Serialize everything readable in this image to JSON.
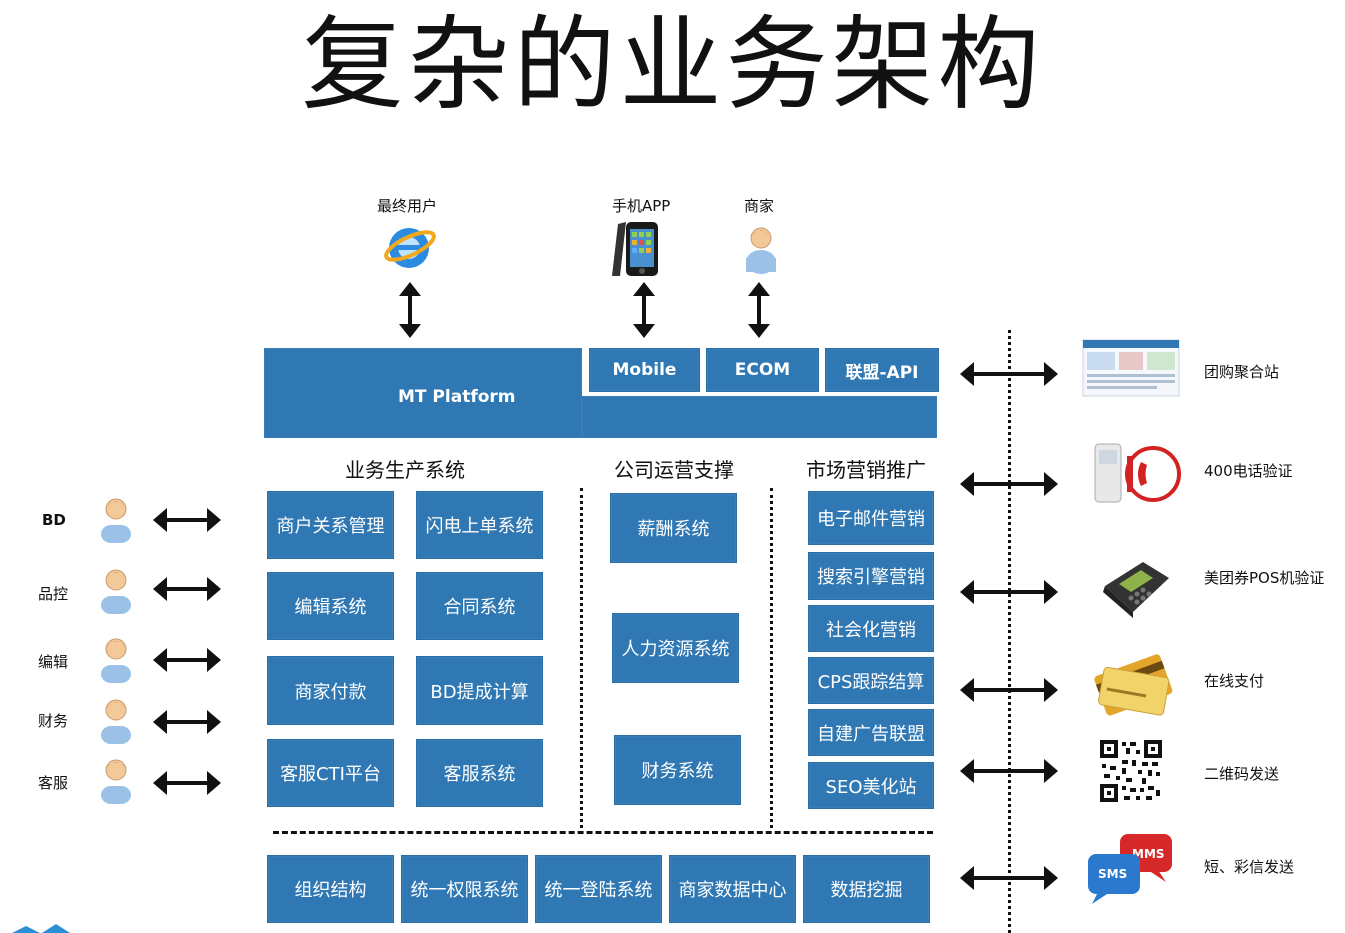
{
  "title": "复杂的业务架构",
  "top_actors": {
    "end_user": "最终用户",
    "mobile_app": "手机APP",
    "merchant": "商家"
  },
  "platform": {
    "main": "MT Platform",
    "mobile": "Mobile",
    "ecom": "ECOM",
    "api": "联盟-API"
  },
  "sections": {
    "production": "业务生产系统",
    "operations": "公司运营支撑",
    "marketing": "市场营销推广"
  },
  "production_boxes": [
    "商户关系管理",
    "闪电上单系统",
    "编辑系统",
    "合同系统",
    "商家付款",
    "BD提成计算",
    "客服CTI平台",
    "客服系统"
  ],
  "operations_boxes": [
    "薪酬系统",
    "人力资源系统",
    "财务系统"
  ],
  "marketing_boxes": [
    "电子邮件营销",
    "搜索引擎营销",
    "社会化营销",
    "CPS跟踪结算",
    "自建广告联盟",
    "SEO美化站"
  ],
  "bottom_boxes": [
    "组织结构",
    "统一权限系统",
    "统一登陆系统",
    "商家数据中心",
    "数据挖掘"
  ],
  "left_roles": [
    "BD",
    "品控",
    "编辑",
    "财务",
    "客服"
  ],
  "right_channels": [
    "团购聚合站",
    "400电话验证",
    "美团券POS机验证",
    "在线支付",
    "二维码发送",
    "短、彩信发送"
  ],
  "icon_text": {
    "sms": "SMS",
    "mms": "MMS"
  },
  "colors": {
    "box_fill": "#2f78b3",
    "box_text": "#ffffff",
    "line": "#111111"
  }
}
